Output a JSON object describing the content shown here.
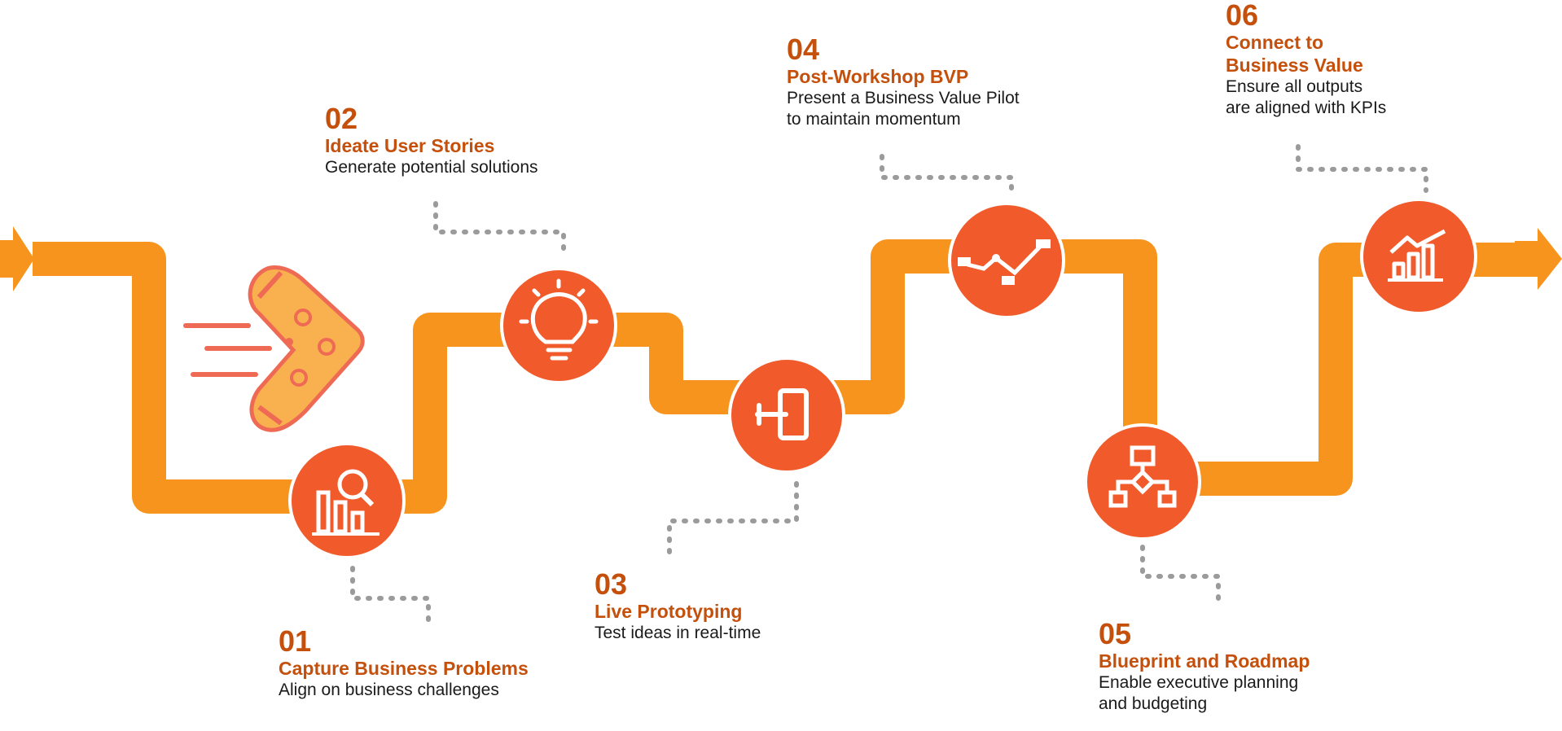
{
  "colors": {
    "path": "#F7941D",
    "node": "#F15A2B",
    "heading": "#C4500C",
    "connector": "#9B9B9B",
    "boomerang": "#F9B04F",
    "boomerang_accent": "#EF6A55",
    "icon": "#FFFFFF"
  },
  "steps": [
    {
      "number": "01",
      "title": "Capture Business Problems",
      "description": "Align on business challenges",
      "icon": "bar-chart-search-icon"
    },
    {
      "number": "02",
      "title": "Ideate User Stories",
      "description": "Generate potential solutions",
      "icon": "lightbulb-icon"
    },
    {
      "number": "03",
      "title": "Live Prototyping",
      "description": "Test ideas in real-time",
      "icon": "prototype-frame-icon"
    },
    {
      "number": "04",
      "title": "Post-Workshop BVP",
      "description": "Present a Business Value Pilot\nto maintain momentum",
      "icon": "line-chart-nodes-icon"
    },
    {
      "number": "05",
      "title": "Blueprint and Roadmap",
      "description": "Enable executive planning\nand budgeting",
      "icon": "flowchart-icon"
    },
    {
      "number": "06",
      "title": "Connect to\nBusiness Value",
      "description": "Ensure all outputs\nare aligned with KPIs",
      "icon": "growth-chart-icon"
    }
  ]
}
